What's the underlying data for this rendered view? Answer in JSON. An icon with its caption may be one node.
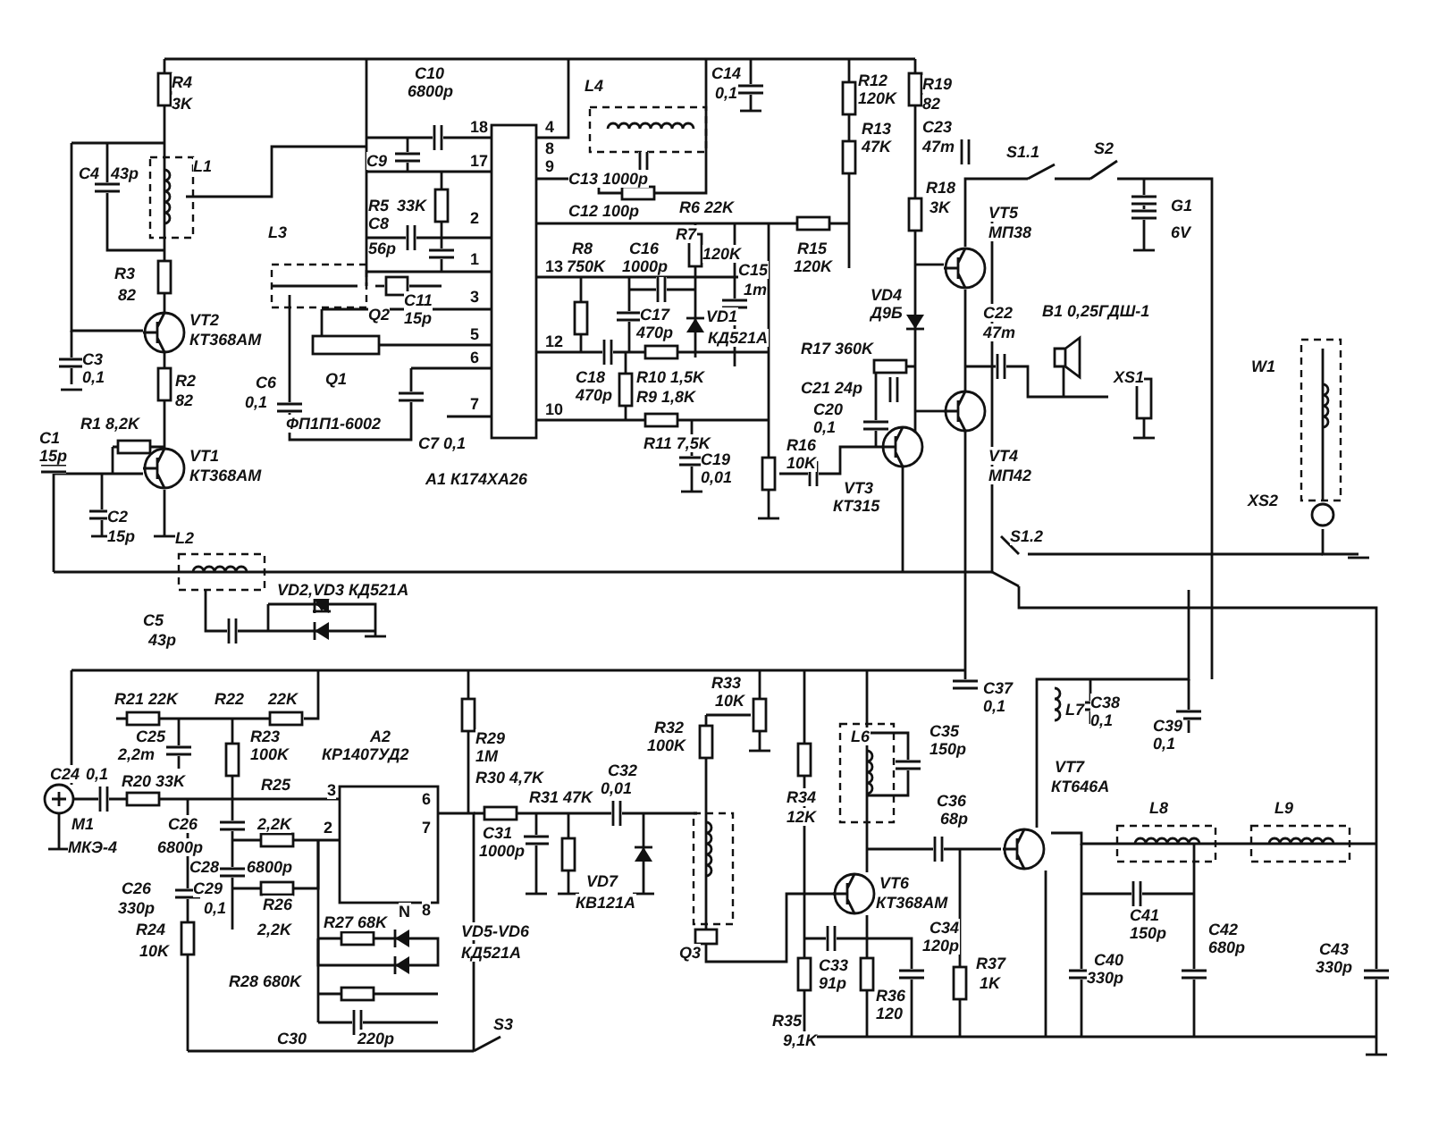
{
  "diagram": {
    "labels": [
      "R4",
      "3K",
      "C10",
      "6800p",
      "18",
      "C9",
      "17",
      "C4",
      "43p",
      "L1",
      "R5",
      "33K",
      "C8",
      "2",
      "56p",
      "L3",
      "1",
      "R3",
      "82",
      "Q2",
      "C11",
      "15p",
      "3",
      "VT2",
      "КТ368АМ",
      "C3",
      "0,1",
      "5",
      "6",
      "R2",
      "82",
      "C6",
      "0,1",
      "Q1",
      "ФП1П1-6002",
      "7",
      "C7 0,1",
      "R1 8,2K",
      "C1",
      "15p",
      "VT1",
      "КТ368АМ",
      "A1 К174ХА26",
      "C2",
      "15p",
      "L2",
      "VD2,VD3 КД521А",
      "C5",
      "43p",
      "4",
      "8",
      "9",
      "C12 100p",
      "13",
      "12",
      "10",
      "L4",
      "C13 1000p",
      "R6 22K",
      "C14",
      "0,1",
      "R8",
      "750K",
      "C16",
      "1000p",
      "R7",
      "120K",
      "C15",
      "1m",
      "C17",
      "470p",
      "VD1",
      "КД521А",
      "C18",
      "470p",
      "R10 1,5K",
      "R9 1,8K",
      "R11 7,5K",
      "C19",
      "0,01",
      "R16",
      "10K",
      "R12",
      "120K",
      "R13",
      "47K",
      "R15",
      "120K",
      "R19",
      "82",
      "C23",
      "47m",
      "R18",
      "3K",
      "VD4",
      "Д9Б",
      "R17 360K",
      "C21 24p",
      "C20",
      "0,1",
      "VT3",
      "КТ315",
      "VT5",
      "МП38",
      "C22",
      "47m",
      "VT4",
      "МП42",
      "S1.1",
      "S2",
      "G1",
      "6V",
      "B1 0,25ГДШ-1",
      "XS1",
      "W1",
      "XS2",
      "S1.2",
      "R21 22K",
      "R22",
      "22K",
      "C25",
      "R23",
      "A2",
      "2,2m",
      "100K",
      "КР1407УД2",
      "C24",
      "0,1",
      "R20 33K",
      "R25",
      "3",
      "6",
      "M1",
      "C26",
      "2,2K",
      "2",
      "7",
      "МКЭ-4",
      "6800p",
      "C28",
      "6800p",
      "C26",
      "C29",
      "330p",
      "0,1",
      "R26",
      "N",
      "8",
      "R24",
      "2,2K",
      "R27 68K",
      "VD5-VD6",
      "10K",
      "КД521А",
      "R28 680K",
      "S3",
      "C30",
      "220p",
      "R29",
      "1M",
      "R30 4,7K",
      "R31 47K",
      "C31",
      "1000p",
      "C32",
      "0,01",
      "VD7",
      "КВ121А",
      "R33",
      "10K",
      "R32",
      "100K",
      "Q3",
      "L6",
      "R34",
      "12K",
      "C35",
      "150p",
      "C36",
      "68p",
      "VT6",
      "КТ368АМ",
      "C33",
      "91p",
      "C34",
      "120p",
      "R36",
      "120",
      "R37",
      "1K",
      "R35",
      "9,1K",
      "C37",
      "0,1",
      "L7",
      "C38",
      "0,1",
      "C39",
      "0,1",
      "VT7",
      "КТ646А",
      "L8",
      "L9",
      "C41",
      "150p",
      "C42",
      "680p",
      "C40",
      "330p",
      "C43",
      "330p"
    ]
  }
}
